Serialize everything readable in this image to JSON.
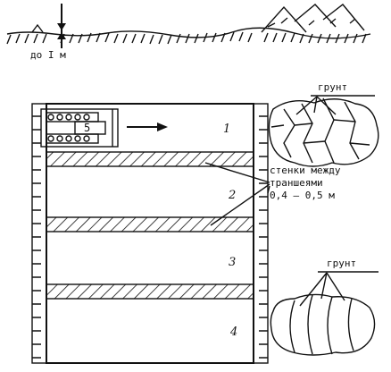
{
  "section": {
    "depth_label": "до I м"
  },
  "plan": {
    "machine_number": "5",
    "trench_numbers": [
      "1",
      "2",
      "3",
      "4"
    ],
    "soil_label_top": "грунт",
    "soil_label_bottom": "грунт",
    "walls_label": [
      "стенки между",
      "траншеями",
      "0,4 – 0,5 м"
    ]
  }
}
